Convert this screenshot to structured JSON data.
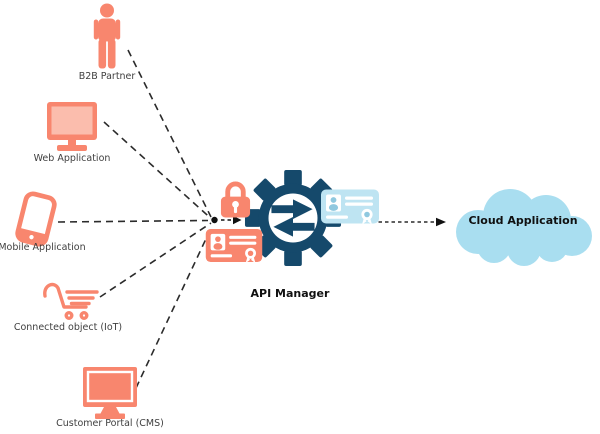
{
  "colors": {
    "salmon": "#F8866E",
    "salmon_light": "#FBBDAD",
    "navy": "#15496B",
    "cloud_blue": "#A9DEF0",
    "card_blue": "#BEE4F2",
    "card_blue_dark": "#8FC8DF",
    "line": "#2B2B2B",
    "arrow": "#111111",
    "label_text": "#3F3F3F",
    "bold_text": "#101010"
  },
  "nodes": {
    "b2b_partner": {
      "label": "B2B Partner",
      "icon": "person-icon"
    },
    "web_application": {
      "label": "Web Application",
      "icon": "desktop-monitor-icon"
    },
    "mobile_application": {
      "label": "Mobile Application",
      "icon": "smartphone-icon"
    },
    "connected_object": {
      "label": "Connected object (IoT)",
      "icon": "shopping-cart-icon"
    },
    "customer_portal": {
      "label": "Customer Portal (CMS)",
      "icon": "desktop-monitor-icon"
    },
    "api_manager": {
      "label": "API Manager",
      "icons": [
        "gear-icon",
        "lock-icon",
        "id-card-icon-salmon",
        "id-card-icon-blue"
      ]
    },
    "cloud_application": {
      "label": "Cloud Application",
      "icon": "cloud-shape"
    }
  },
  "connections": [
    {
      "from": "b2b_partner",
      "to": "api_manager",
      "style": "dashed"
    },
    {
      "from": "web_application",
      "to": "api_manager",
      "style": "dashed"
    },
    {
      "from": "mobile_application",
      "to": "api_manager",
      "style": "dashed"
    },
    {
      "from": "connected_object",
      "to": "api_manager",
      "style": "dashed"
    },
    {
      "from": "customer_portal",
      "to": "api_manager",
      "style": "dashed"
    },
    {
      "from": "api_manager",
      "to": "cloud_application",
      "style": "dashed-arrow"
    }
  ]
}
